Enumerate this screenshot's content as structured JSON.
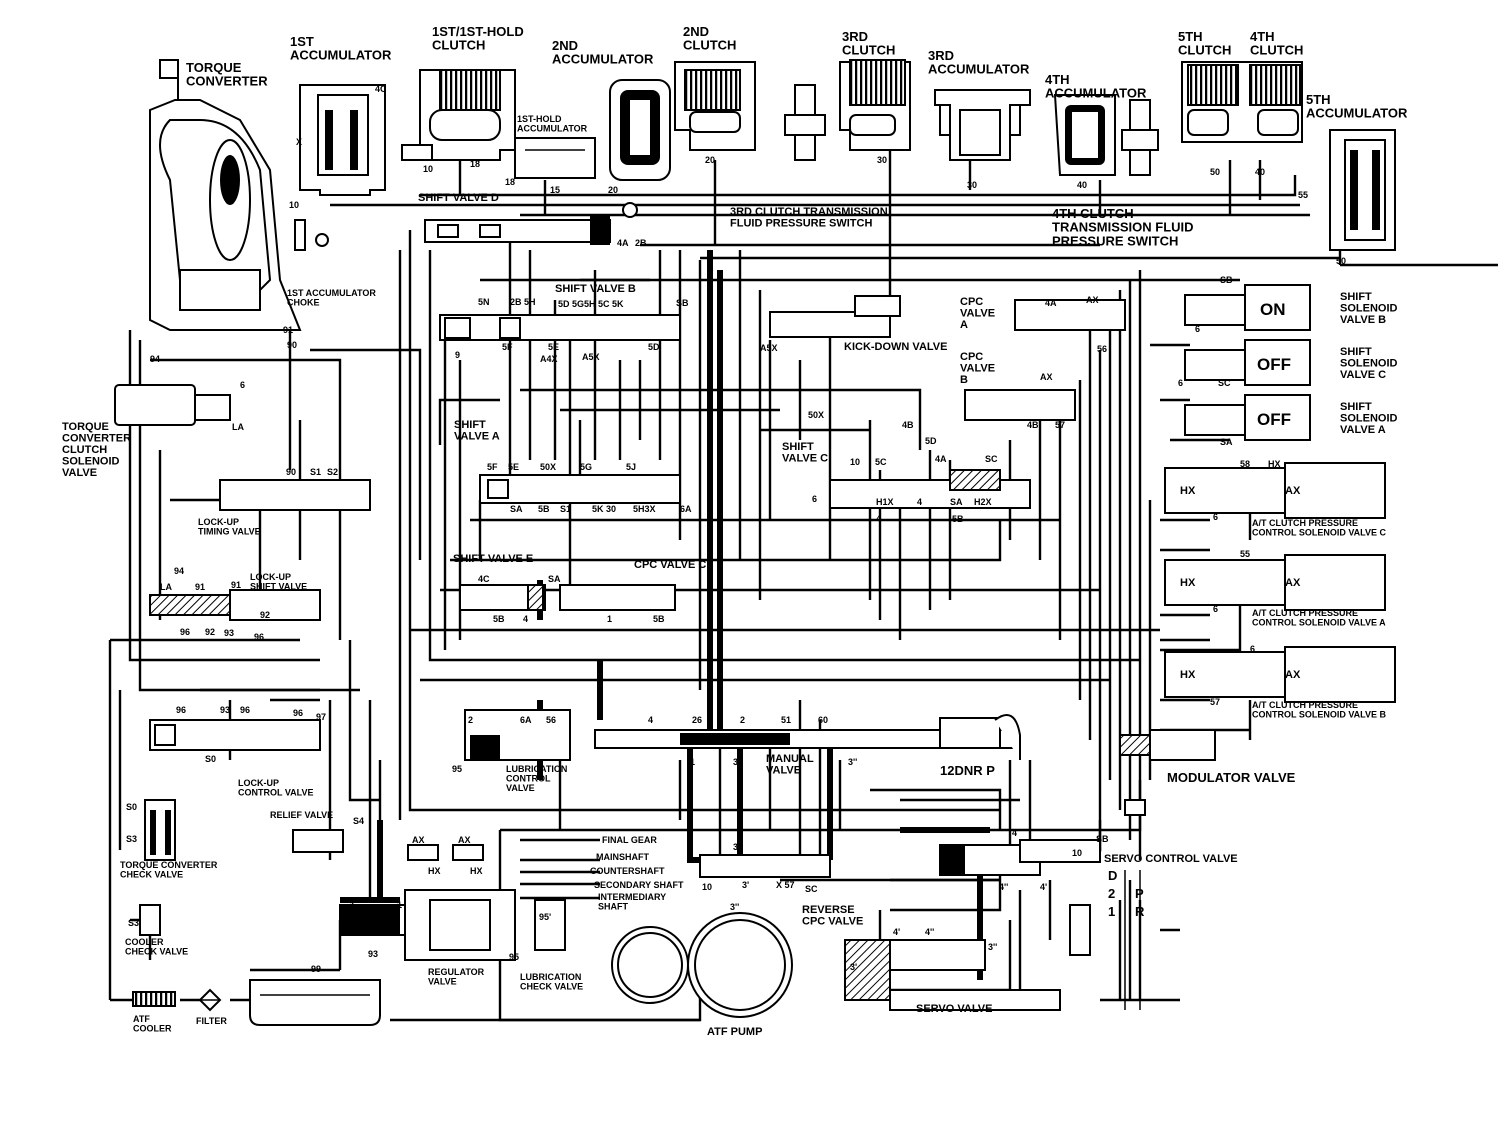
{
  "components": {
    "torque_converter": "TORQUE\nCONVERTER",
    "first_accumulator": "1ST\nACCUMULATOR",
    "first_hold_clutch": "1ST/1ST-HOLD\nCLUTCH",
    "second_accumulator": "2ND\nACCUMULATOR",
    "second_clutch": "2ND\nCLUTCH",
    "third_clutch": "3RD\nCLUTCH",
    "third_accumulator": "3RD\nACCUMULATOR",
    "fourth_accumulator": "4TH\nACCUMULATOR",
    "fifth_clutch": "5TH\nCLUTCH",
    "fourth_clutch": "4TH\nCLUTCH",
    "fifth_accumulator": "5TH\nACCUMULATOR",
    "first_hold_accumulator": "1ST-HOLD\nACCUMULATOR",
    "shift_valve_d": "SHIFT VALVE D",
    "third_clutch_pressure_switch": "3RD CLUTCH TRANSMISSION\nFLUID PRESSURE SWITCH",
    "fourth_clutch_pressure_switch": "4TH CLUTCH\nTRANSMISSION FLUID\nPRESSURE SWITCH",
    "first_accumulator_choke": "1ST ACCUMULATOR\nCHOKE",
    "shift_valve_b": "SHIFT VALVE B",
    "kick_down_valve": "KICK-DOWN VALVE",
    "cpc_valve_a": "CPC\nVALVE\nA",
    "cpc_valve_b": "CPC\nVALVE\nB",
    "shift_solenoid_b": "SHIFT\nSOLENOID\nVALVE B",
    "shift_solenoid_c": "SHIFT\nSOLENOID\nVALVE C",
    "shift_solenoid_a": "SHIFT\nSOLENOID\nVALVE A",
    "tcc_solenoid": "TORQUE\nCONVERTER\nCLUTCH\nSOLENOID\nVALVE",
    "shift_valve_a": "SHIFT\nVALVE A",
    "shift_valve_c": "SHIFT\nVALVE C",
    "lockup_timing_valve": "LOCK-UP\nTIMING VALVE",
    "lockup_shift_valve": "LOCK-UP\nSHIFT VALVE",
    "shift_valve_e": "SHIFT VALVE E",
    "cpc_valve_c": "CPC VALVE C",
    "at_clutch_c": "A/T CLUTCH PRESSURE\nCONTROL SOLENOID VALVE C",
    "at_clutch_a": "A/T CLUTCH PRESSURE\nCONTROL SOLENOID VALVE A",
    "at_clutch_b": "A/T CLUTCH PRESSURE\nCONTROL SOLENOID VALVE B",
    "lockup_control_valve": "LOCK-UP\nCONTROL VALVE",
    "lubrication_control_valve": "LUBRICATION\nCONTROL\nVALVE",
    "manual_valve": "MANUAL\nVALVE",
    "modulator_valve": "MODULATOR VALVE",
    "relief_valve": "RELIEF VALVE",
    "tc_check_valve": "TORQUE CONVERTER\nCHECK VALVE",
    "final_gear": "FINAL GEAR",
    "mainshaft": "MAINSHAFT",
    "countershaft": "COUNTERSHAFT",
    "secondary_shaft": "SECONDARY SHAFT",
    "intermediary_shaft": "INTERMEDIARY\nSHAFT",
    "servo_control_valve": "SERVO CONTROL VALVE",
    "reverse_cpc_valve": "REVERSE\nCPC VALVE",
    "cooler_check_valve": "COOLER\nCHECK VALVE",
    "regulator_valve": "REGULATOR\nVALVE",
    "lubrication_check_valve": "LUBRICATION\nCHECK VALVE",
    "atf_cooler": "ATF\nCOOLER",
    "filter": "FILTER",
    "atf_pump": "ATF PUMP",
    "servo_valve": "SERVO VALVE"
  },
  "solenoid_states": {
    "valve_b": "ON",
    "valve_c": "OFF",
    "valve_a": "OFF"
  },
  "manual_valve_positions": "12DNR P",
  "shift_lever_positions": [
    "D",
    "2",
    "1",
    "P",
    "R"
  ],
  "port_codes": {
    "p_4c": "4C",
    "p_x": "X",
    "p_10": "10",
    "p_18": "18",
    "p_15": "15",
    "p_20": "20",
    "p_30": "30",
    "p_40": "40",
    "p_50": "50",
    "p_55": "55",
    "p_56": "56",
    "p_5b": "5B",
    "p_4a": "4A",
    "p_2b": "2B",
    "p_5n": "5N",
    "p_2b5h": "2B 5H",
    "p_5d5g5h5c5k": "5D 5G5H 5C 5K",
    "p_9": "9",
    "p_5f": "5F",
    "p_5e": "5E",
    "p_a4x": "A4X",
    "p_a5x": "A5X",
    "p_5d": "5D",
    "p_a5x2": "A5X",
    "p_50x": "50X",
    "p_4b": "4B",
    "p_57": "57",
    "p_sc": "SC",
    "p_sa": "SA",
    "p_sb": "SB",
    "p_hx": "HX",
    "p_ax": "AX",
    "p_6": "6",
    "p_94": "94",
    "p_90": "90",
    "p_91": "91",
    "p_92": "92",
    "p_93": "93",
    "p_96": "96",
    "p_97": "97",
    "p_la": "LA",
    "p_s1": "S1",
    "p_s2": "S2",
    "p_5j": "5J",
    "p_5c": "5C",
    "p_5g": "5G",
    "p_6a": "6A",
    "p_5h3x": "5H3X",
    "p_5k30": "5K 30",
    "p_h1x": "H1X",
    "p_h2x": "H2X",
    "p_1": "1",
    "p_2": "2",
    "p_3": "3",
    "p_4": "4",
    "p_3pp": "3''",
    "p_3p": "3'",
    "p_4p": "4'",
    "p_4pp": "4''",
    "p_99": "99",
    "p_95": "95",
    "p_96p": "95'",
    "p_x57": "X 57",
    "p_26": "26",
    "p_51": "51",
    "p_60": "60",
    "p_58": "58",
    "p_s0": "S0",
    "p_s3": "S3",
    "p_s4": "S4"
  }
}
